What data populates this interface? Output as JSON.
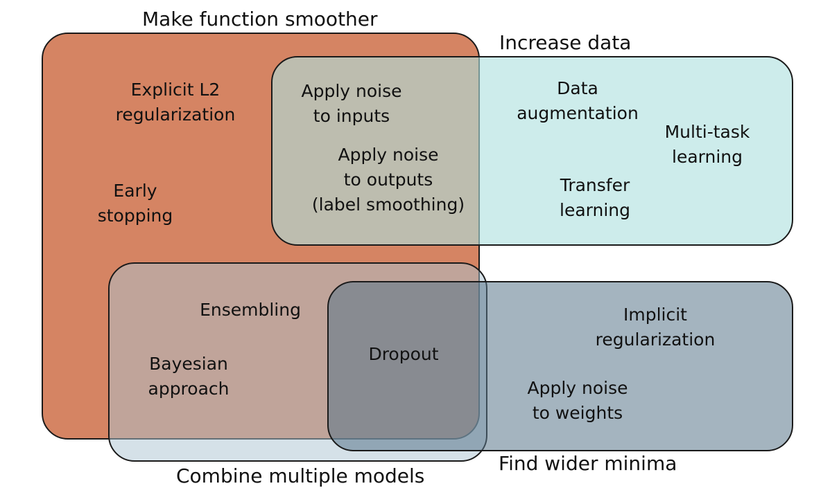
{
  "titles": {
    "smoother": "Make function smoother",
    "data": "Increase data",
    "combine": "Combine multiple models",
    "minima": "Find wider minima"
  },
  "items": {
    "explicit_l2": "Explicit L2\nregularization",
    "early_stopping": "Early\nstopping",
    "noise_inputs": "Apply noise\nto inputs",
    "noise_outputs": "Apply noise\nto outputs\n(label smoothing)",
    "data_augmentation": "Data\naugmentation",
    "multitask": "Multi-task\nlearning",
    "transfer": "Transfer\nlearning",
    "ensembling": "Ensembling",
    "bayesian": "Bayesian\napproach",
    "dropout": "Dropout",
    "implicit_reg": "Implicit\nregularization",
    "noise_weights": "Apply noise\nto weights"
  },
  "colors": {
    "smoother": "#d0825f",
    "data": "#cdeae8",
    "combine": "#d2dde5",
    "minima": "#a0b1bb",
    "outline": "#1a1a1a"
  }
}
